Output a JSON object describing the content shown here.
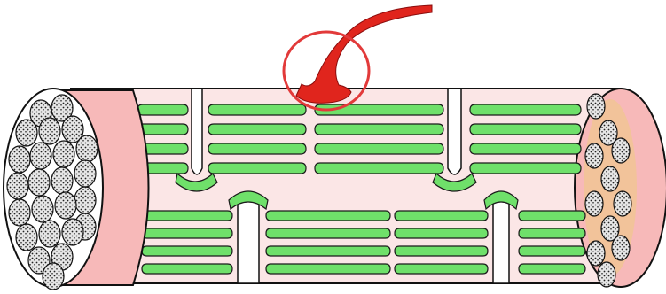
{
  "diagram": {
    "kind": "muscle-fiber-illustration",
    "labels": [],
    "parts": [
      {
        "id": "muscle-fiber-body",
        "label": ""
      },
      {
        "id": "left-cut-end",
        "label": ""
      },
      {
        "id": "right-cut-end",
        "label": ""
      },
      {
        "id": "myofibril-bundles",
        "label": ""
      },
      {
        "id": "sarcoplasmic-reticulum",
        "label": ""
      },
      {
        "id": "transverse-tubules",
        "label": ""
      },
      {
        "id": "motor-neuron-axon",
        "label": ""
      },
      {
        "id": "neuromuscular-junction-highlight",
        "label": ""
      }
    ]
  },
  "colors": {
    "sarcoplasm": "#fbe6e6",
    "cut-face": "#f7b9b9",
    "right-face": "#f2c39a",
    "reticulum": "#6fe06a",
    "nerve": "#e0251d",
    "highlight-ring": "#e23a3a",
    "outline": "#111111",
    "myofibril-fill": "#d9d9d9",
    "myofibril-dots": "#222222"
  }
}
